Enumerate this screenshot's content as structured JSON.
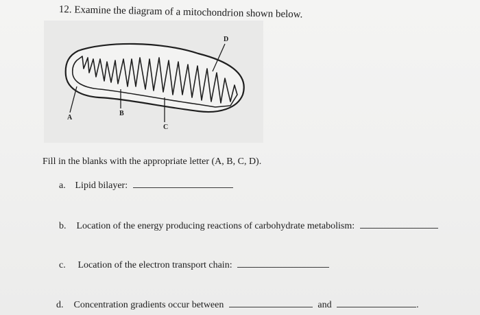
{
  "question": {
    "title": "12. Examine the diagram of a mitochondrion shown below."
  },
  "diagram": {
    "labels": {
      "a": "A",
      "b": "B",
      "c": "C",
      "d": "D"
    }
  },
  "instructions": "Fill in the blanks with the appropriate letter (A, B, C, D).",
  "items": [
    {
      "letter": "a.",
      "text": "Lipid bilayer:"
    },
    {
      "letter": "b.",
      "text": "Location of the energy producing reactions of carbohydrate metabolism:"
    },
    {
      "letter": "c.",
      "text": "Location of the electron transport chain:"
    },
    {
      "letter": "d.",
      "text": "Concentration gradients occur between",
      "conjunction": "and",
      "end": "."
    }
  ]
}
